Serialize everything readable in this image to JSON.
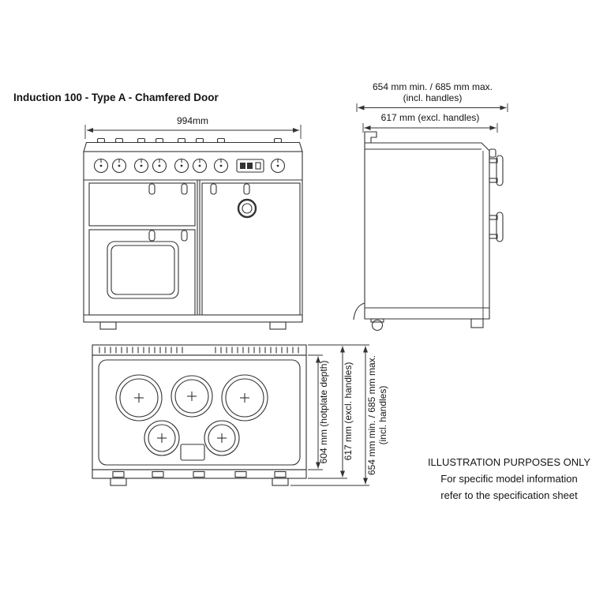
{
  "title": "Induction 100 - Type A - Chamfered Door",
  "front_view": {
    "width": "994mm"
  },
  "side_view": {
    "incl_handles_line1": "654 mm min. / 685 mm max.",
    "incl_handles_line2": "(incl. handles)",
    "excl_handles": "617 mm (excl. handles)"
  },
  "top_view": {
    "hotplate_depth": "604 mm (hotplate depth)",
    "excl_handles": "617 mm (excl. handles)",
    "incl_handles_line1": "654 mm min. / 685 mm max.",
    "incl_handles_line2": "(incl. handles)"
  },
  "disclaimer": {
    "line1": "ILLUSTRATION PURPOSES ONLY",
    "line2": "For specific model information",
    "line3": "refer to the specification sheet"
  },
  "colors": {
    "line": "#333333",
    "text": "#141414",
    "background": "#ffffff"
  }
}
